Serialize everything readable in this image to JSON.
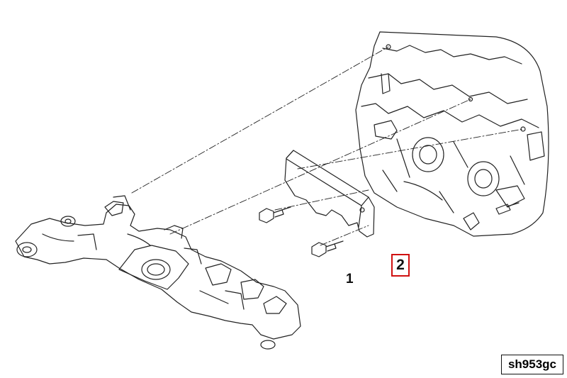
{
  "diagram": {
    "callouts": [
      {
        "label": "1",
        "part": "bolt"
      },
      {
        "label": "2",
        "part": "gasket",
        "highlight_color": "#d01010"
      }
    ],
    "figure_code": "sh953gc"
  },
  "colors": {
    "line": "#222222",
    "background": "#ffffff",
    "highlight": "#d01010"
  }
}
